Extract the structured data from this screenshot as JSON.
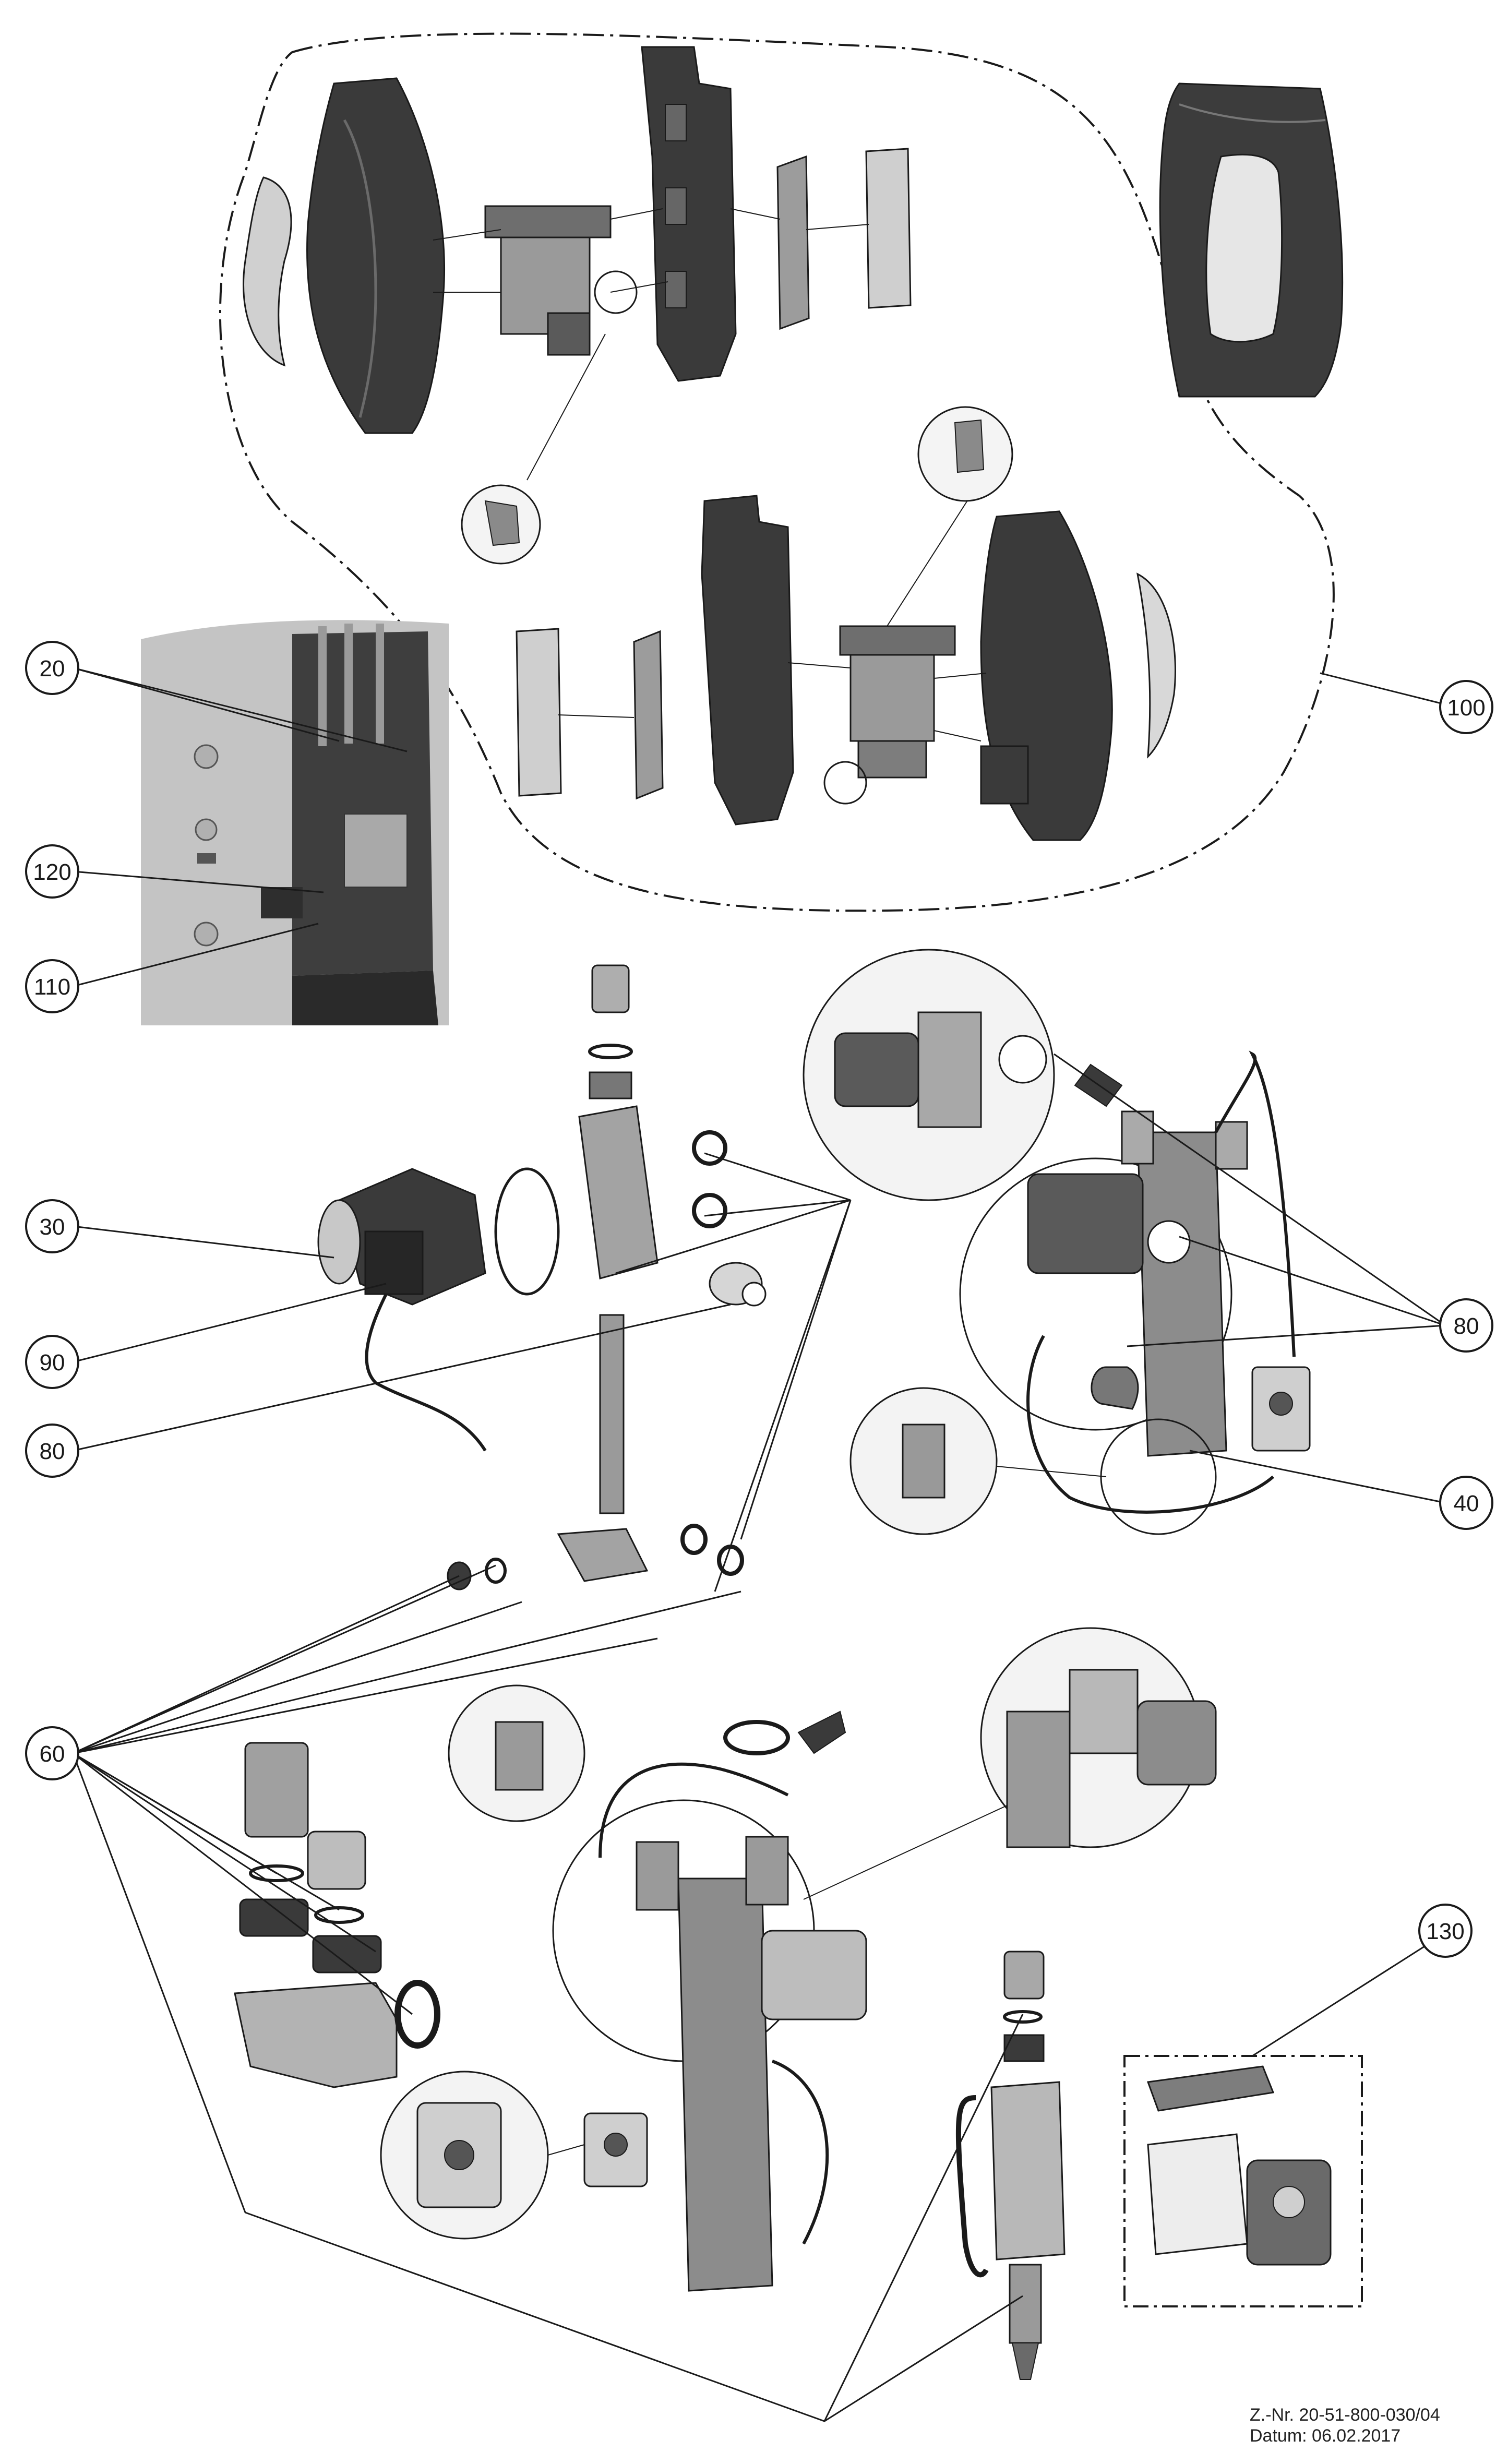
{
  "callouts": {
    "c20": "20",
    "c120": "120",
    "c110": "110",
    "c100": "100",
    "c30": "30",
    "c90": "90",
    "c80a": "80",
    "c80b": "80",
    "c40": "40",
    "c60": "60",
    "c130": "130"
  },
  "footer": {
    "drawing_number": "Z.-Nr. 20-51-800-030/04",
    "date": "Datum: 06.02.2017"
  },
  "colors": {
    "line": "#1a1a1a",
    "dark_part": "#3a3a3a",
    "mid_part": "#8c8c8c",
    "light_part": "#d4d4d4",
    "tank_photo": "#bdbdbd"
  }
}
